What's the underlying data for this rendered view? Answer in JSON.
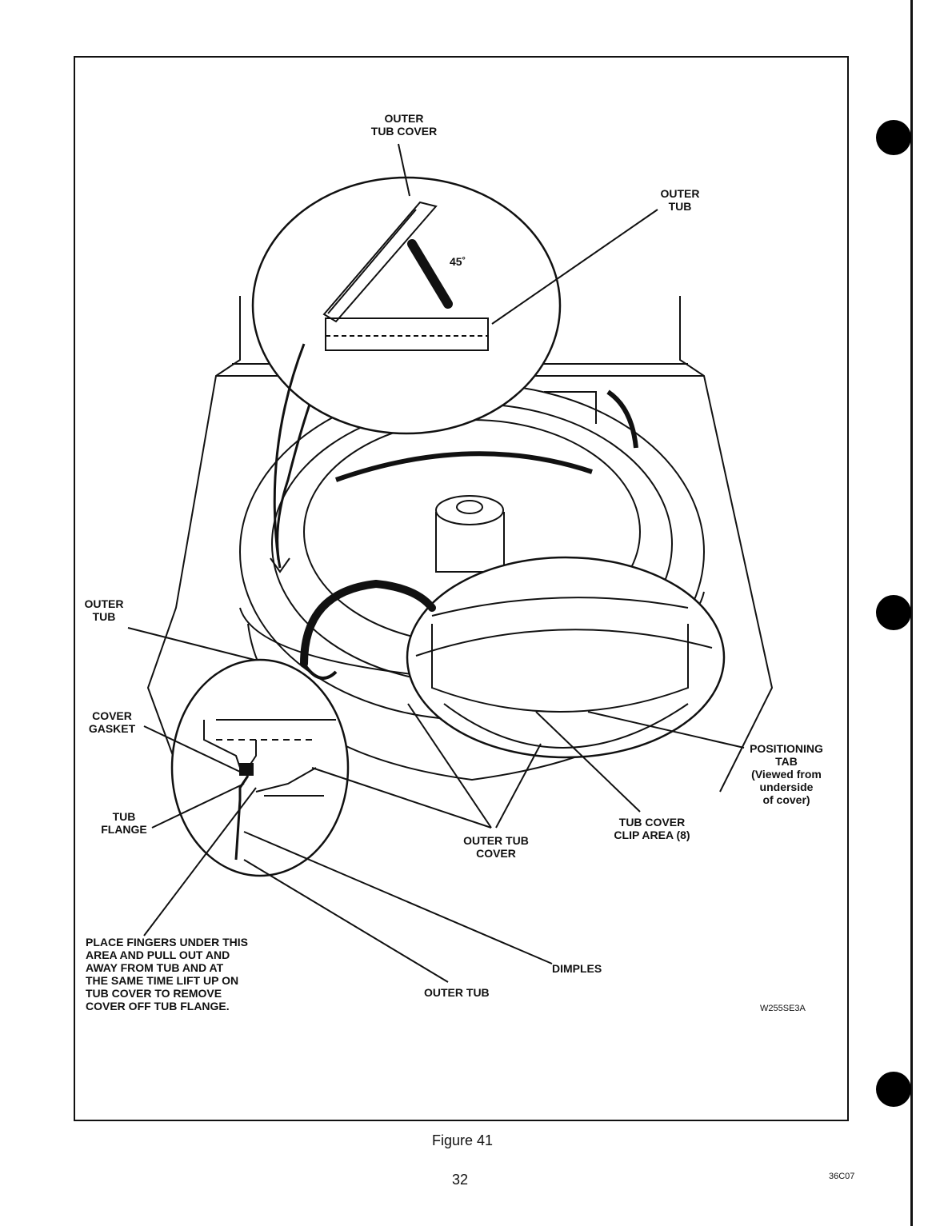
{
  "figure": {
    "labels": {
      "outer_tub_cover_top": "OUTER\nTUB COVER",
      "outer_tub_top_right": "OUTER\nTUB",
      "angle": "45˚",
      "outer_tub_left": "OUTER\nTUB",
      "cover_gasket": "COVER\nGASKET",
      "tub_flange": "TUB\nFLANGE",
      "positioning_tab": "POSITIONING\nTAB\n(Viewed from\nunderside\nof cover)",
      "tub_cover_clip_area": "TUB COVER\nCLIP AREA (8)",
      "outer_tub_cover_bottom": "OUTER TUB\nCOVER",
      "instructions": "PLACE FINGERS UNDER THIS\nAREA AND PULL OUT AND\nAWAY FROM TUB AND AT\nTHE SAME TIME LIFT UP ON\nTUB COVER TO REMOVE\nCOVER OFF TUB FLANGE.",
      "dimples": "DIMPLES",
      "outer_tub_bottom": "OUTER TUB",
      "drawing_id": "W255SE3A"
    },
    "caption": "Figure 41"
  },
  "page": {
    "number": "32",
    "code": "36C07"
  }
}
